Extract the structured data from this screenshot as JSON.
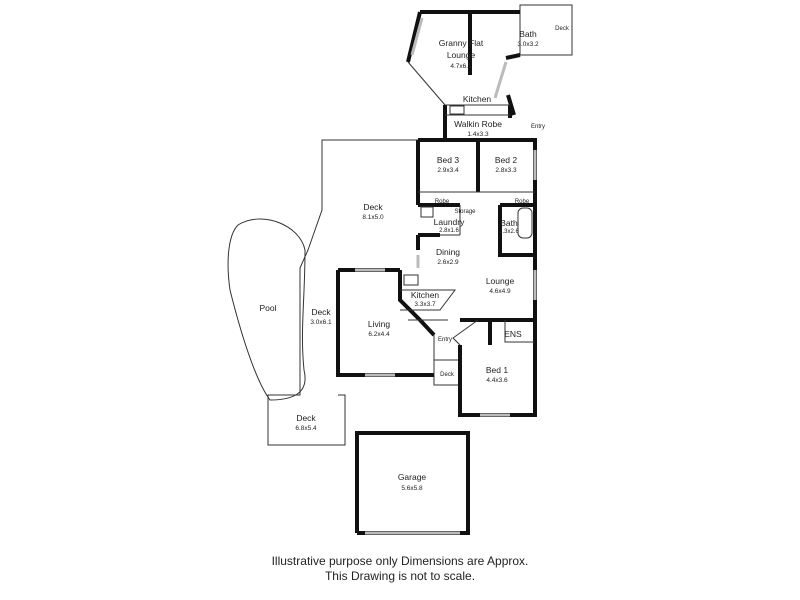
{
  "rooms": {
    "granny_flat": {
      "name1": "Granny Flat",
      "name2": "Lounge",
      "dim": "4.7x6.1"
    },
    "bath_flat": {
      "name": "Bath",
      "dim": "3.0x3.2"
    },
    "deck_flat": {
      "name": "Deck"
    },
    "kitchen_flat": {
      "name": "Kitchen"
    },
    "walkin_robe": {
      "name": "Walkin Robe",
      "dim": "1.4x3.3"
    },
    "entry_flat": {
      "name": "Entry"
    },
    "bed3": {
      "name": "Bed 3",
      "dim": "2.9x3.4"
    },
    "bed2": {
      "name": "Bed 2",
      "dim": "2.8x3.3"
    },
    "robe1": {
      "name": "Robe"
    },
    "robe2": {
      "name": "Robe"
    },
    "storage": {
      "name": "Storage"
    },
    "laundry": {
      "name": "Laundry",
      "dim": "2.8x1.6"
    },
    "bath": {
      "name": "Bath",
      "dim": "2.3x2.6"
    },
    "dining": {
      "name": "Dining",
      "dim": "2.6x2.9"
    },
    "lounge": {
      "name": "Lounge",
      "dim": "4.6x4.9"
    },
    "kitchen": {
      "name": "Kitchen",
      "dim": "3.3x3.7"
    },
    "living": {
      "name": "Living",
      "dim": "6.2x4.4"
    },
    "entry": {
      "name": "Entry"
    },
    "deck_small": {
      "name": "Deck"
    },
    "ens": {
      "name": "ENS"
    },
    "bed1": {
      "name": "Bed 1",
      "dim": "4.4x3.6"
    },
    "deck_main": {
      "name": "Deck",
      "dim": "8.1x5.0"
    },
    "deck_side": {
      "name": "Deck",
      "dim": "3.0x6.1"
    },
    "deck_lower": {
      "name": "Deck",
      "dim": "6.8x5.4"
    },
    "pool": {
      "name": "Pool"
    },
    "garage": {
      "name": "Garage",
      "dim": "5.6x5.8"
    }
  },
  "footer": {
    "line1": "Illustrative purpose only Dimensions are Approx.",
    "line2": "This Drawing is not to scale."
  }
}
